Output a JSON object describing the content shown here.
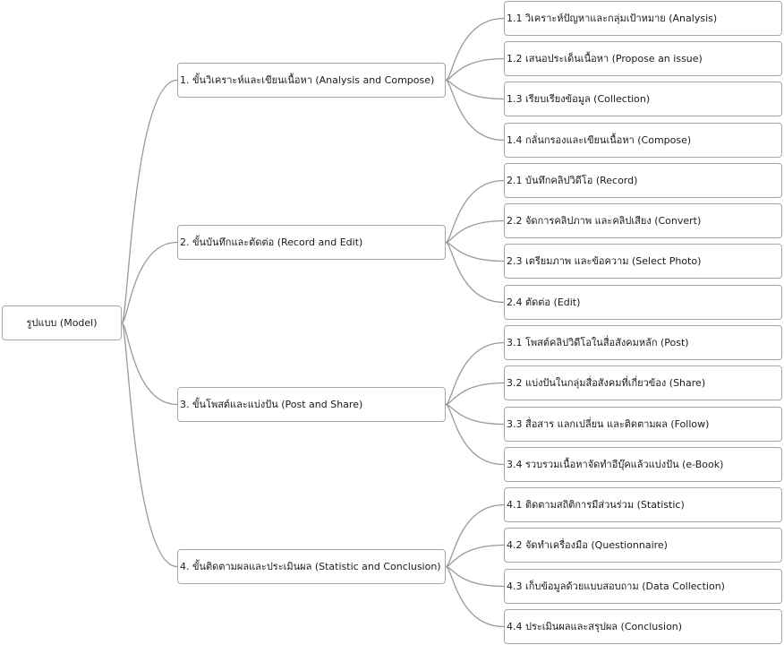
{
  "diagram": {
    "root": {
      "label": "รูปแบบ (Model)"
    },
    "phases": [
      {
        "label": "1. ขั้นวิเคราะห์และเขียนเนื้อหา (Analysis and Compose)",
        "steps": [
          "1.1 วิเคราะห์ปัญหาและกลุ่มเป้าหมาย (Analysis)",
          "1.2 เสนอประเด็นเนื้อหา (Propose an issue)",
          "1.3 เรียบเรียงข้อมูล (Collection)",
          "1.4 กลั่นกรองและเขียนเนื้อหา (Compose)"
        ]
      },
      {
        "label": "2. ขั้นบันทึกและตัดต่อ (Record and Edit)",
        "steps": [
          "2.1 บันทึกคลิปวิดีโอ (Record)",
          "2.2 จัดการคลิปภาพ และคลิปเสียง (Convert)",
          "2.3 เตรียมภาพ และข้อความ (Select Photo)",
          "2.4 ตัดต่อ (Edit)"
        ]
      },
      {
        "label": "3. ขั้นโพสต์และแบ่งปัน (Post and Share)",
        "steps": [
          "3.1 โพสต์คลิปวิดีโอในสื่อสังคมหลัก (Post)",
          "3.2 แบ่งปันในกลุ่มสื่อสังคมที่เกี่ยวข้อง (Share)",
          "3.3 สื่อสาร แลกเปลี่ยน และติดตามผล (Follow)",
          "3.4 รวบรวมเนื้อหาจัดทำอีบุ๊คแล้วแบ่งปัน (e-Book)"
        ]
      },
      {
        "label": "4. ขั้นติดตามผลและประเมินผล (Statistic and Conclusion)",
        "steps": [
          "4.1 ติดตามสถิติการมีส่วนร่วม (Statistic)",
          "4.2 จัดทำเครื่องมือ (Questionnaire)",
          "4.3 เก็บข้อมูลด้วยแบบสอบถาม (Data Collection)",
          "4.4 ประเมินผลและสรุปผล (Conclusion)"
        ]
      }
    ]
  }
}
